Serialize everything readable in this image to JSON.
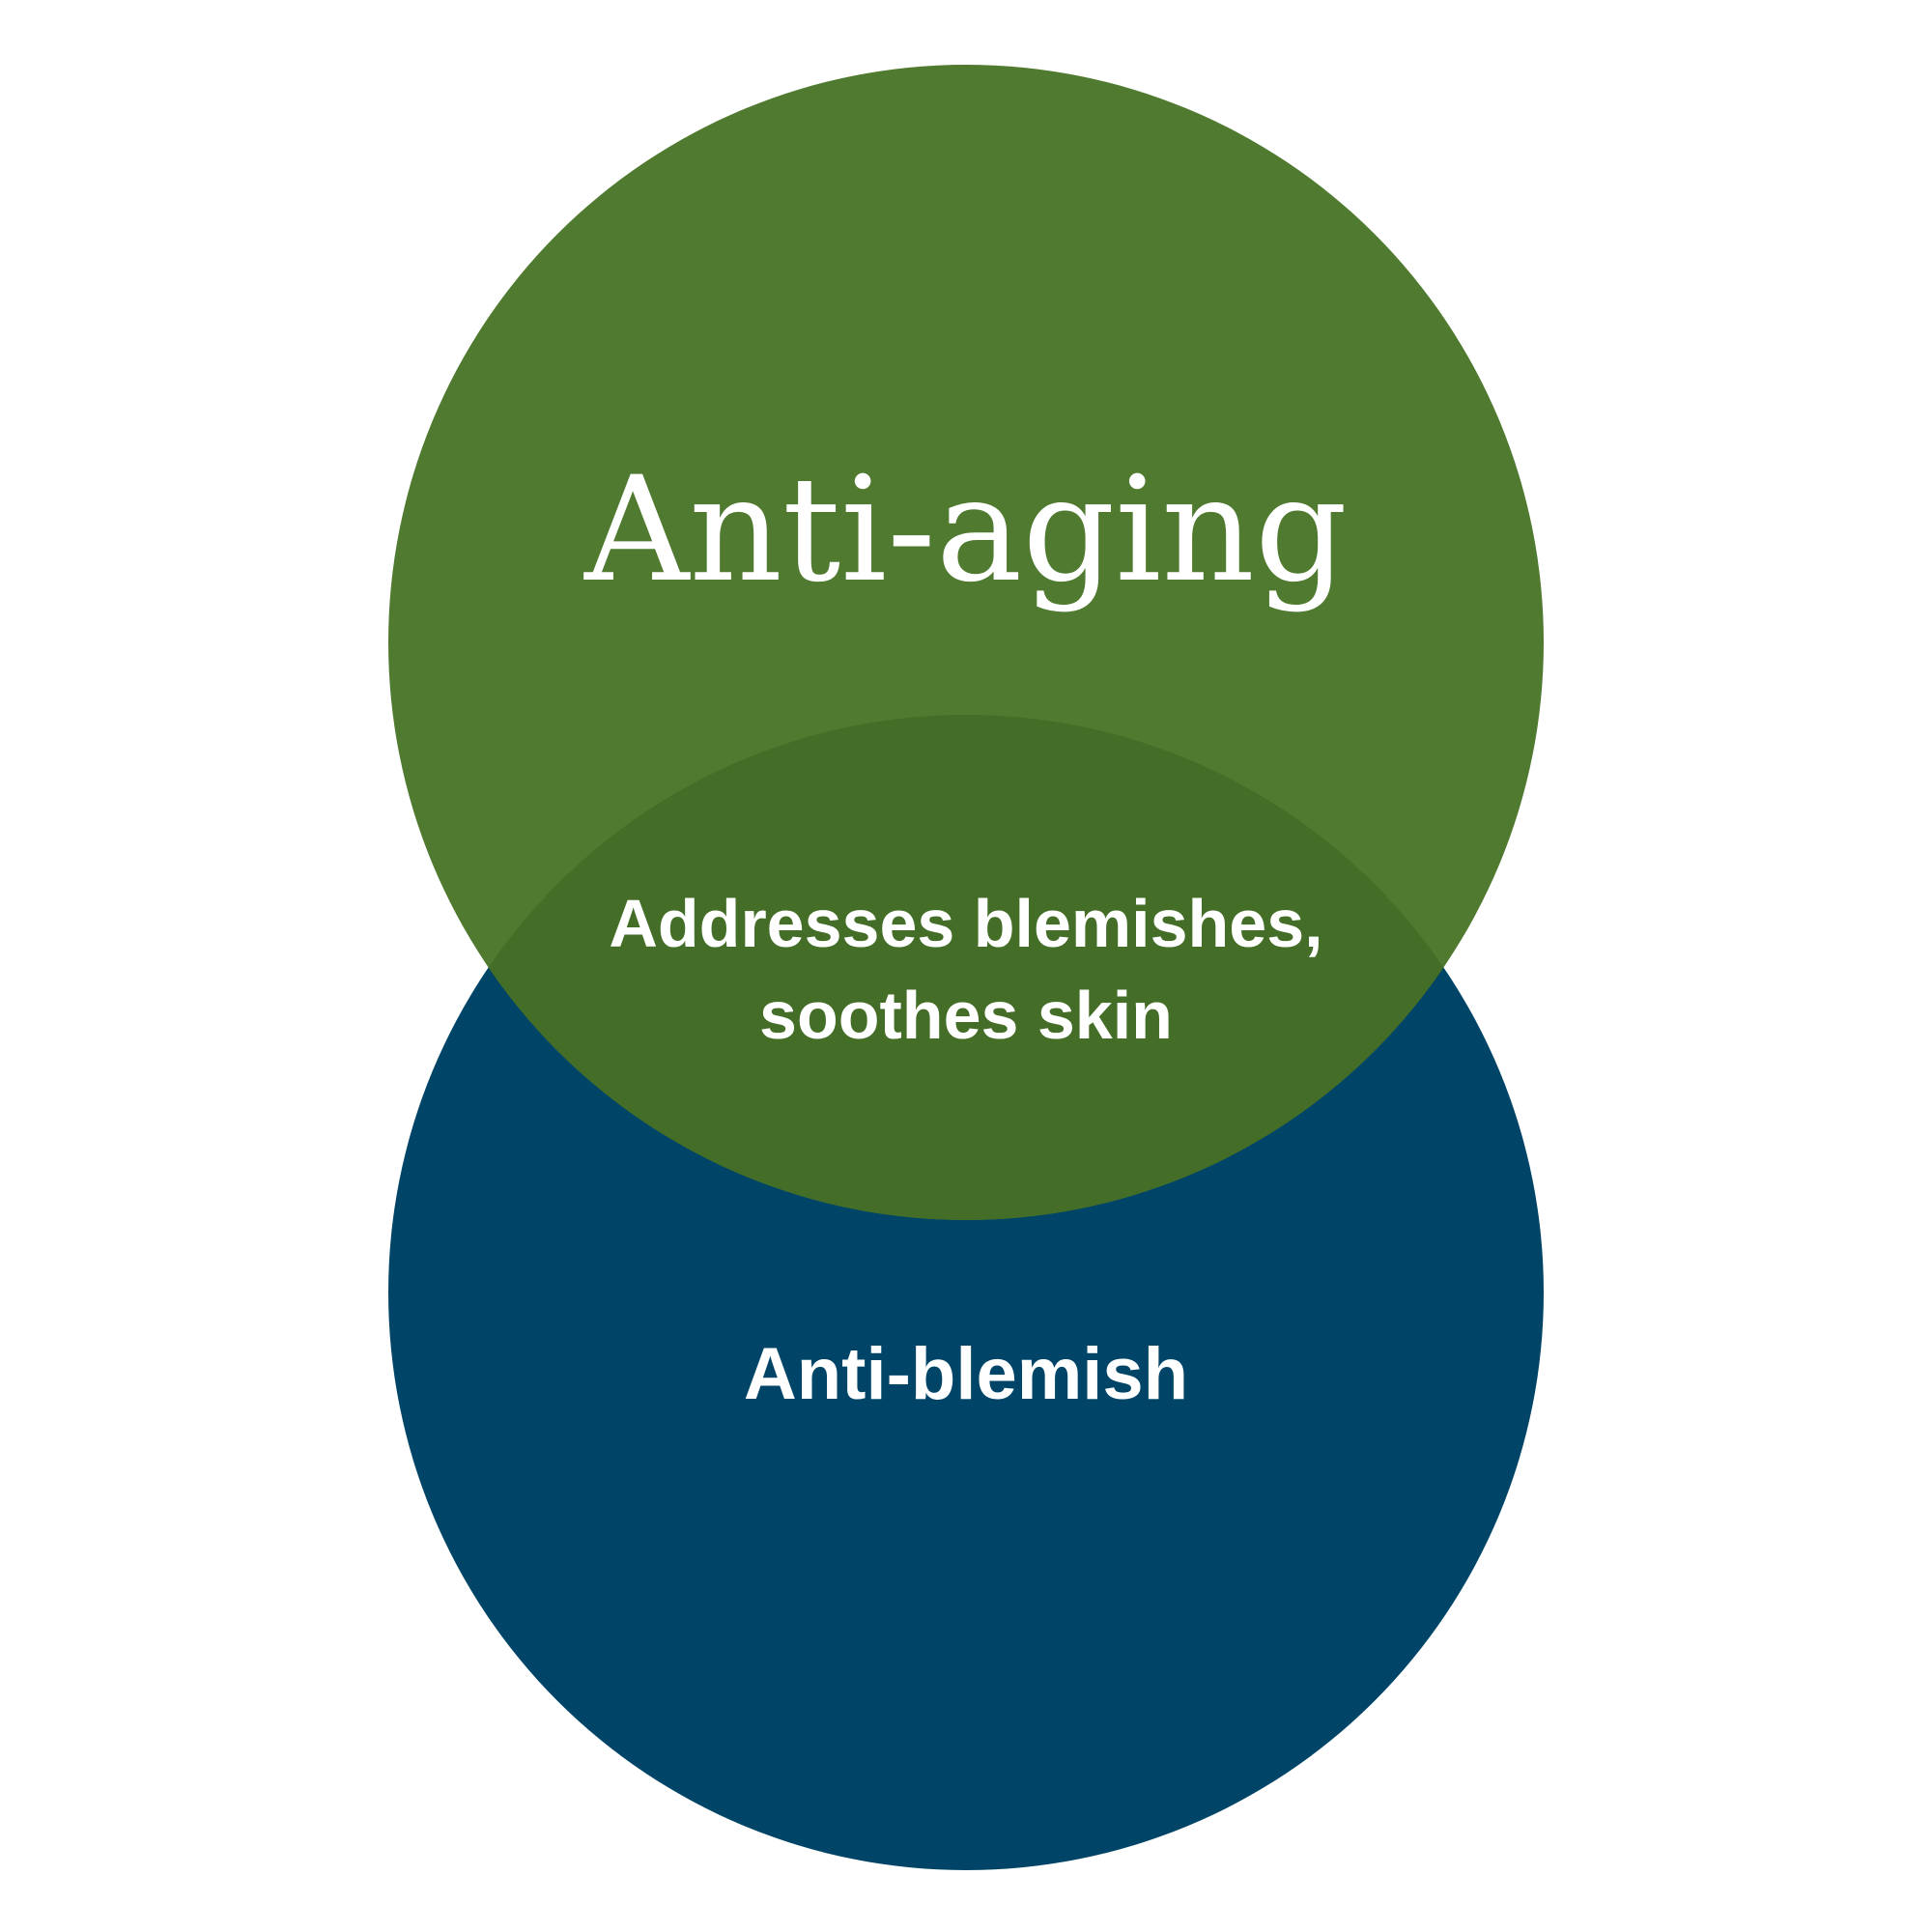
{
  "diagram": {
    "type": "venn",
    "sets": [
      {
        "id": "top",
        "label": "Anti-aging",
        "color": "#4f7a2f"
      },
      {
        "id": "bottom",
        "label": "Anti-blemish",
        "color": "#004567"
      }
    ],
    "intersection": {
      "lines": [
        "Addresses blemishes,",
        "soothes skin"
      ],
      "color": "#446e27"
    }
  }
}
